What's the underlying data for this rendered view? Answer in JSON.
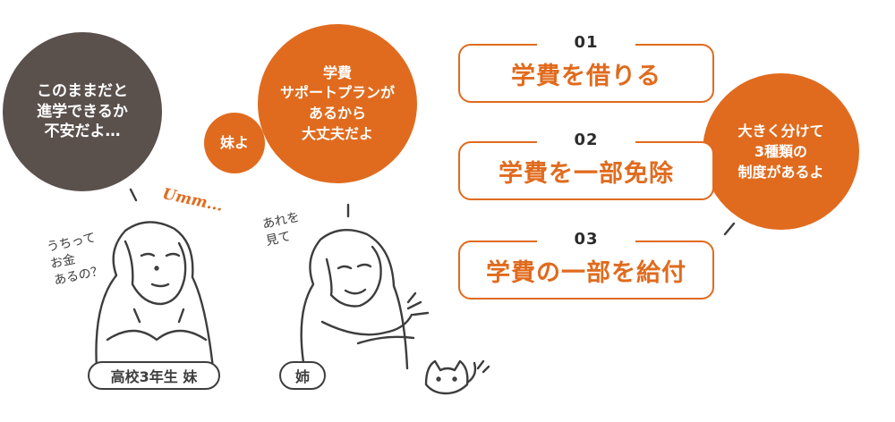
{
  "bubbles": {
    "younger_worry": "このままだと\n進学できるか\n不安だよ…",
    "elder_reply": "学費\nサポートプランが\nあるから\n大丈夫だよ",
    "imoto": "妹よ",
    "summary": "大きく分けて\n3種類の\n制度があるよ"
  },
  "options": [
    {
      "number": "01",
      "label": "学費を借りる"
    },
    {
      "number": "02",
      "label": "学費を一部免除"
    },
    {
      "number": "03",
      "label": "学費の一部を給付"
    }
  ],
  "characters": {
    "younger_tag": "高校3年生 妹",
    "elder_tag": "姉",
    "younger_thought": "うちって\nお金\nあるの？",
    "elder_note": "あれを\n見て",
    "umm": "Umm..."
  },
  "colors": {
    "accent": "#e06b1e",
    "dark_bubble": "#5a504c",
    "line": "#3d3d3d"
  }
}
